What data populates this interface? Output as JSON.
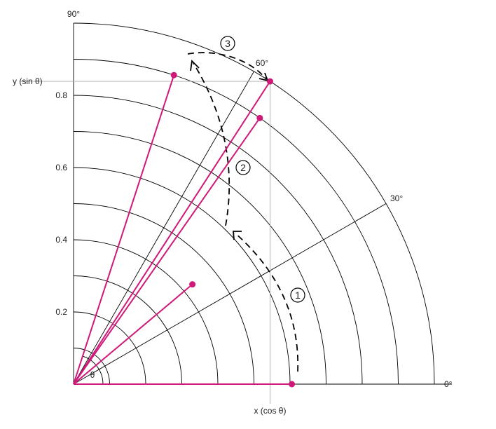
{
  "diagram": {
    "angle_labels": [
      {
        "deg": 90,
        "text": "90°"
      },
      {
        "deg": 60,
        "text": "60°"
      },
      {
        "deg": 30,
        "text": "30°"
      },
      {
        "deg": 0,
        "text": "0°"
      }
    ],
    "y_ticks": [
      {
        "value": 0.2,
        "text": "0.2"
      },
      {
        "value": 0.4,
        "text": "0.4"
      },
      {
        "value": 0.6,
        "text": "0.6"
      },
      {
        "value": 0.8,
        "text": "0.8"
      }
    ],
    "x_axis_label": "x (cos θ)",
    "y_axis_label": "y (sin θ)",
    "theta_label": "θ",
    "steps": [
      "1",
      "2",
      "3"
    ],
    "vectors_deg": [
      0,
      40,
      55,
      72
    ],
    "highlight_angle_deg": 57,
    "colors": {
      "vector": "#d0187a",
      "grid": "#000000",
      "guide": "#aaaaaa",
      "path": "#000000"
    }
  }
}
